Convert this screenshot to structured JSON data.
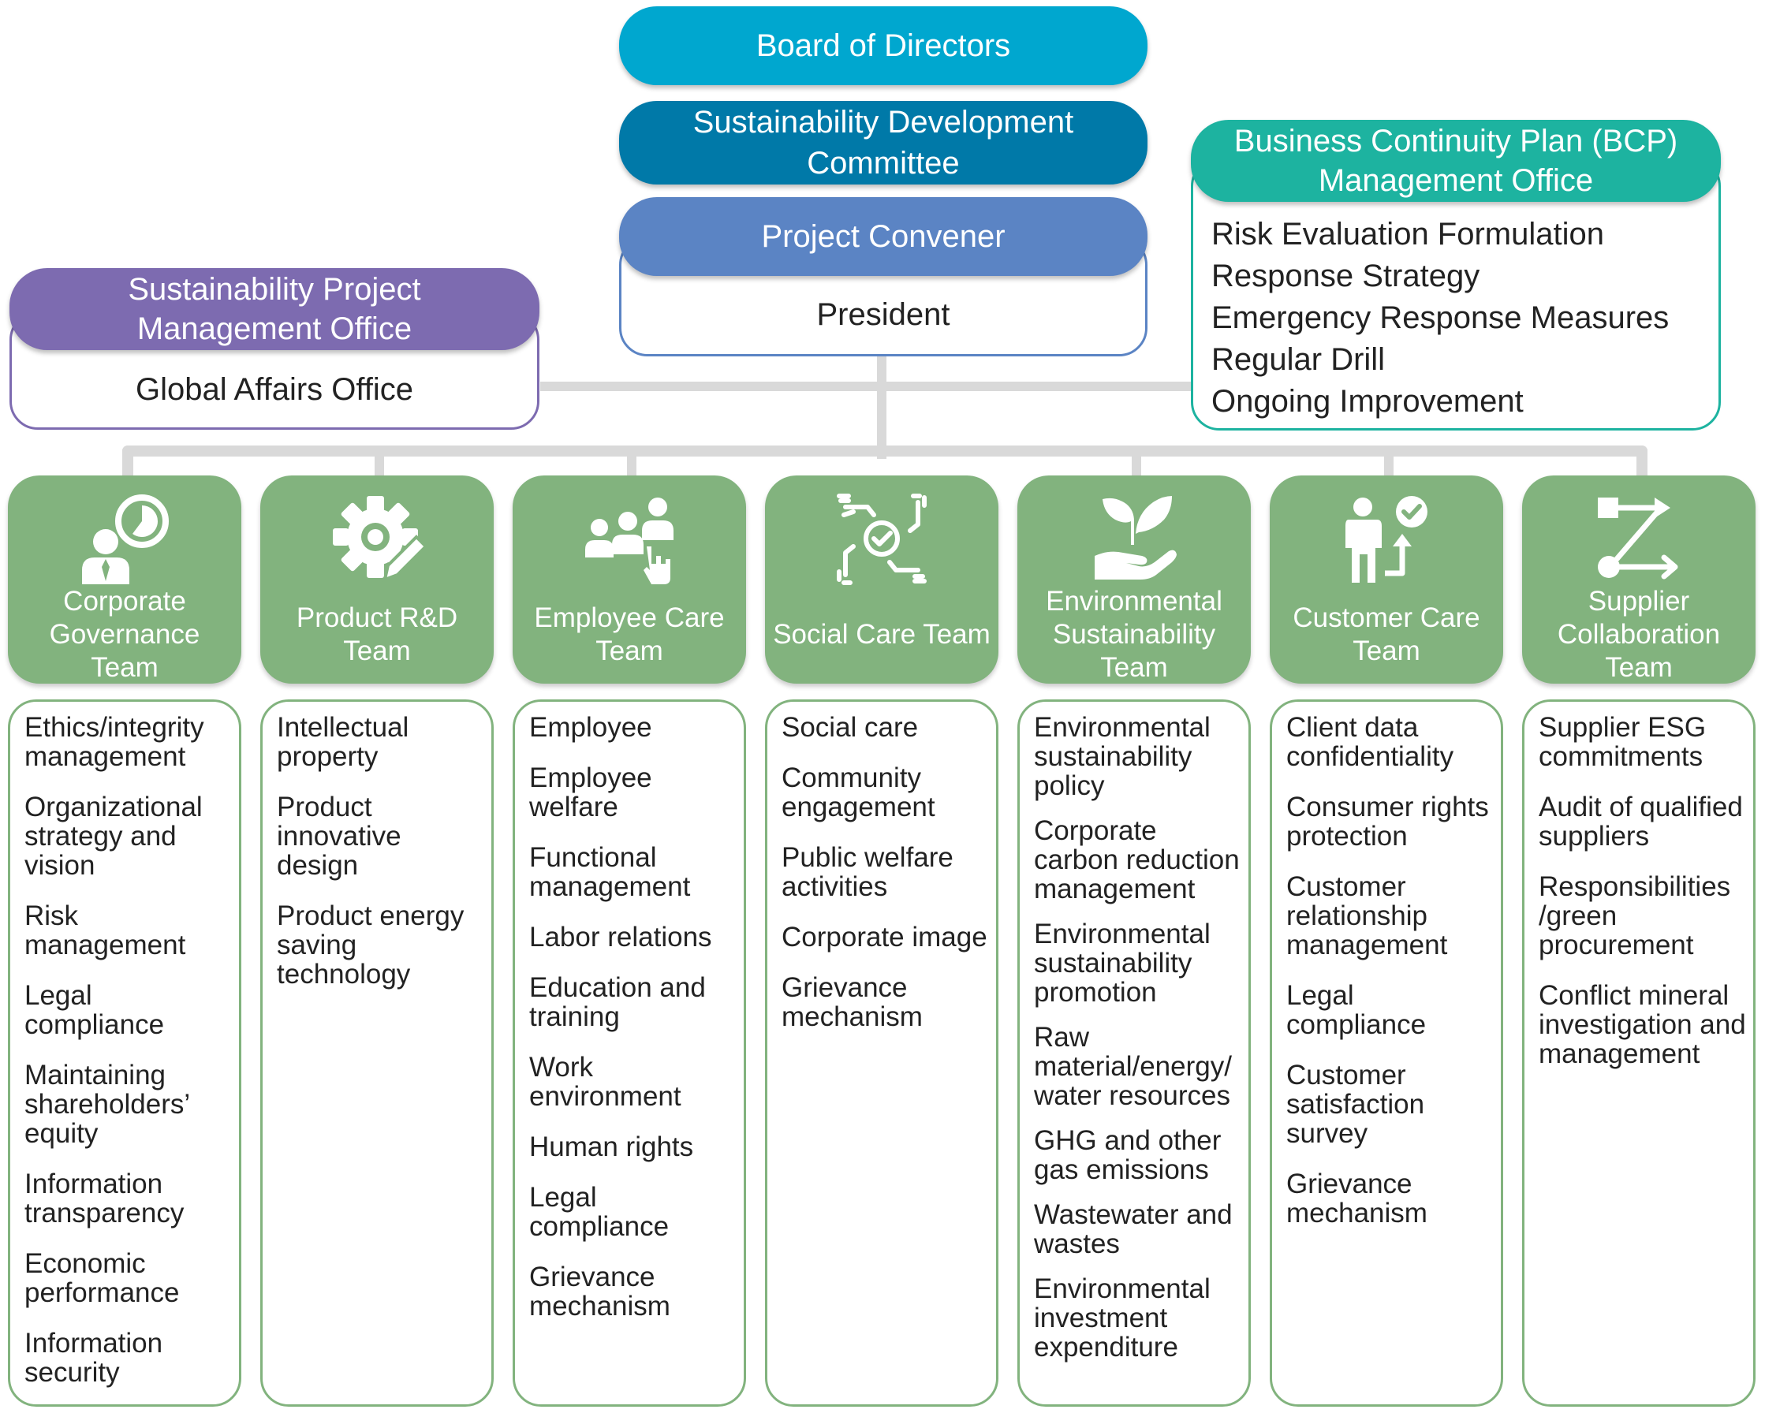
{
  "top": {
    "board": "Board of Directors",
    "committee": "Sustainability Development Committee",
    "convener_title": "Project Convener",
    "convener_name": "President"
  },
  "pmo": {
    "title": "Sustainability Project Management Office",
    "body": "Global Affairs Office"
  },
  "bcp": {
    "title": "Business Continuity Plan (BCP) Management Office",
    "items": [
      "Risk Evaluation Formulation",
      "Response Strategy",
      "Emergency Response Measures",
      "Regular Drill",
      "Ongoing Improvement"
    ]
  },
  "teams": [
    {
      "label": "Corporate Governance Team",
      "icon": "governance-chart-icon",
      "items": [
        "Ethics/integrity management",
        "Organizational strategy and vision",
        "Risk management",
        "Legal compliance",
        "Maintaining shareholders’ equity",
        "Information transparency",
        "Economic performance",
        "Information security"
      ]
    },
    {
      "label": "Product R&D Team",
      "icon": "gear-pencil-icon",
      "items": [
        "Intellectual property",
        "Product innovative design",
        "Product energy saving technology"
      ]
    },
    {
      "label": "Employee Care Team",
      "icon": "people-group-icon",
      "items": [
        "Employee",
        "Employee welfare",
        "Functional management",
        "Labor relations",
        "Education and training",
        "Work environment",
        "Human rights",
        "Legal compliance",
        "Grievance mechanism"
      ]
    },
    {
      "label": "Social Care Team",
      "icon": "hands-check-icon",
      "items": [
        "Social care",
        "Community engagement",
        "Public welfare activities",
        "Corporate image",
        "Grievance mechanism"
      ]
    },
    {
      "label": "Environmental Sustainability Team",
      "icon": "plant-hand-icon",
      "items": [
        "Environmental sustainability policy",
        "Corporate carbon reduction management",
        "Environmental sustainability promotion",
        "Raw material/energy/ water resources",
        "GHG and other gas emissions",
        "Wastewater and wastes",
        "Environmental investment expenditure"
      ]
    },
    {
      "label": "Customer Care Team",
      "icon": "person-check-icon",
      "items": [
        "Client data confidentiality",
        "Consumer rights protection",
        "Customer relationship management",
        "Legal compliance",
        "Customer satisfaction survey",
        "Grievance mechanism"
      ]
    },
    {
      "label": "Supplier Collaboration Team",
      "icon": "route-arrows-icon",
      "items": [
        "Supplier ESG commitments",
        "Audit of qualified suppliers",
        "Responsibilities /green procurement",
        "Conflict mineral investigation and management"
      ]
    }
  ],
  "colors": {
    "board": "#00a7cf",
    "committee": "#0079a8",
    "convener": "#5b84c4",
    "pmo": "#7d6bb0",
    "bcp": "#1db3a0",
    "team": "#82b37e",
    "connector": "#d9d9d9"
  }
}
